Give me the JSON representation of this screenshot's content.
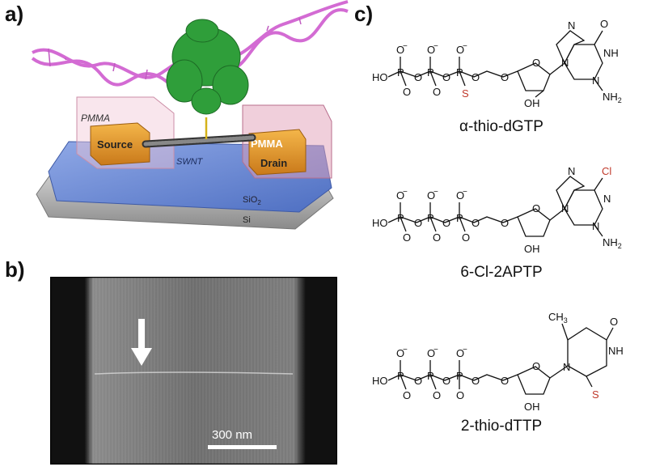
{
  "panels": {
    "a": "a)",
    "b": "b)",
    "c": "c)"
  },
  "device": {
    "pmma_left": "PMMA",
    "pmma_right": "PMMA",
    "source": "Source",
    "drain": "Drain",
    "swnt": "SWNT",
    "sio2": "SiO",
    "sio2_sub": "2",
    "si": "Si"
  },
  "afm": {
    "scalebar": "300 nm"
  },
  "molecules": {
    "m1": {
      "name": "α-thio-dGTP",
      "neg": "−",
      "O": "O",
      "HO": "HO",
      "P": "P",
      "S": "S",
      "OH": "OH",
      "NH": "NH",
      "NH2": "NH",
      "NH2_sub": "2",
      "N": "N"
    },
    "m2": {
      "name": "6-Cl-2APTP",
      "Cl": "Cl"
    },
    "m3": {
      "name": "2-thio-dTTP",
      "CH3": "CH",
      "CH3_sub": "3"
    }
  },
  "colors": {
    "accent_red": "#c0392b",
    "dna": "#d36bd3",
    "protein": "#2f9e3a",
    "substrate": "#6f8fd6",
    "electrode": "#e39a2a"
  }
}
